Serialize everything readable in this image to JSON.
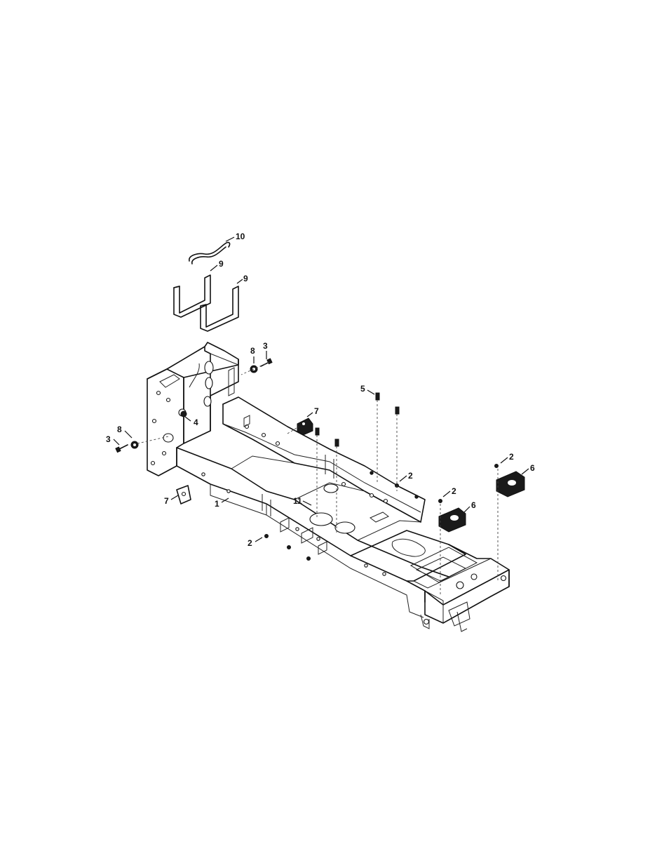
{
  "callouts": {
    "c10": "10",
    "c9a": "9",
    "c9b": "9",
    "c8a": "8",
    "c3a": "3",
    "c5": "5",
    "c7a": "7",
    "c4": "4",
    "c8b": "8",
    "c3b": "3",
    "c2a": "2",
    "c2b": "2",
    "c6a": "6",
    "c2c": "2",
    "c6b": "6",
    "c11": "11",
    "c1": "1",
    "c7b": "7",
    "c2d": "2"
  }
}
